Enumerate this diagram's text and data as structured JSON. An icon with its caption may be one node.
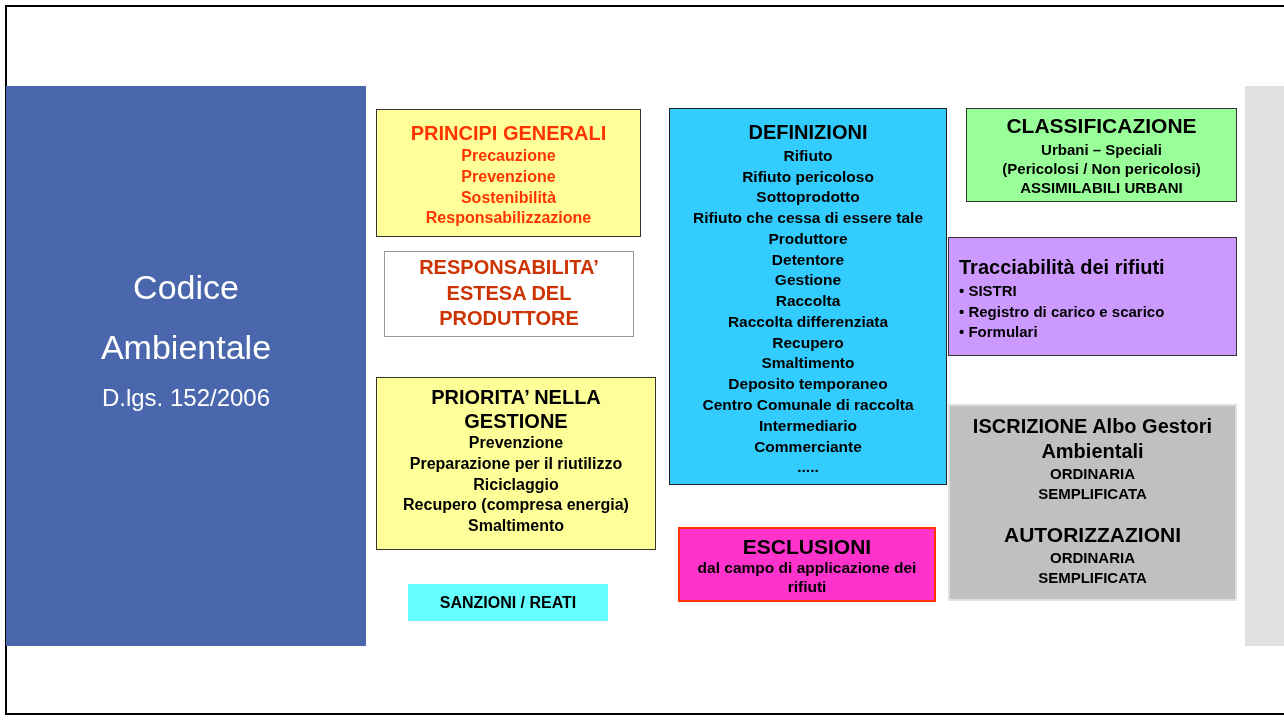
{
  "diagram": {
    "nodes": [
      {
        "text": [
          "Codice Ambientale",
          "D.lgs. 152/2006"
        ]
      },
      {
        "text": [
          "PRINCIPI GENERALI",
          "Precauzione",
          "Prevenzione",
          "Sostenibilità",
          "Responsabilizzazione"
        ]
      },
      {
        "text": [
          "RESPONSABILITA’ ESTESA DEL PRODUTTORE"
        ]
      },
      {
        "text": [
          "PRIORITA’ NELLA GESTIONE",
          "Prevenzione",
          "Preparazione per il riutilizzo",
          "Riciclaggio",
          "Recupero (compresa energia)",
          "Smaltimento"
        ]
      },
      {
        "text": [
          "SANZIONI / REATI"
        ]
      },
      {
        "text": [
          "DEFINIZIONI",
          "Rifiuto",
          "Rifiuto pericoloso",
          "Sottoprodotto",
          "Rifiuto che cessa di essere tale",
          "Produttore",
          "Detentore",
          "Gestione",
          "Raccolta",
          "Raccolta differenziata",
          "Recupero",
          "Smaltimento",
          "Deposito temporaneo",
          "Centro Comunale di raccolta",
          "Intermediario",
          "Commerciante",
          "....."
        ]
      },
      {
        "text": [
          "ESCLUSIONI",
          "dal campo di applicazione dei rifiuti"
        ]
      },
      {
        "text": [
          "CLASSIFICAZIONE",
          "Urbani – Speciali",
          "(Pericolosi / Non pericolosi)",
          "ASSIMILABILI URBANI"
        ]
      },
      {
        "text": [
          "Tracciabilità dei rifiuti",
          "• SISTRI",
          "• Registro di carico e scarico",
          "• Formulari"
        ]
      },
      {
        "text": [
          "ISCRIZIONE Albo Gestori Ambientali",
          "ORDINARIA",
          "SEMPLIFICATA",
          "AUTORIZZAZIONI",
          "ORDINARIA",
          "SEMPLIFICATA"
        ]
      }
    ]
  }
}
